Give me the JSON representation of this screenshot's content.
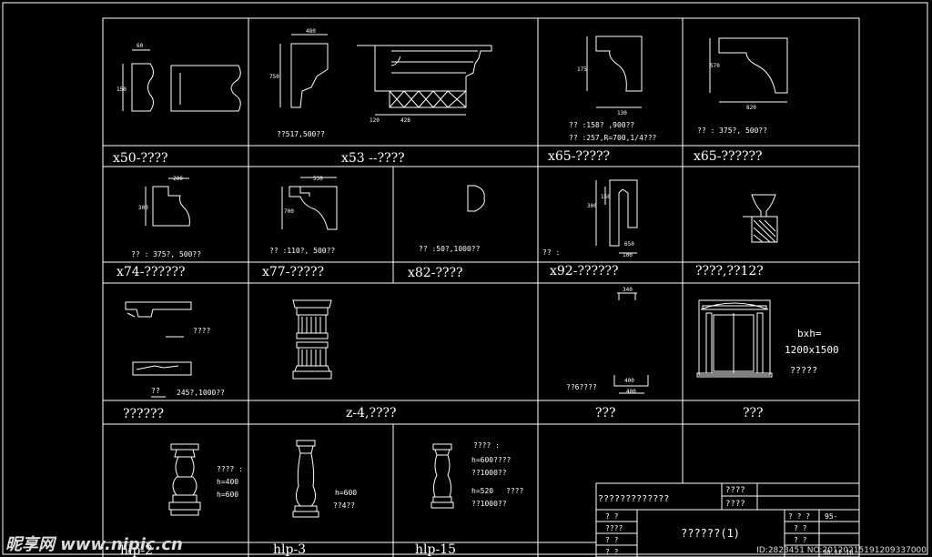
{
  "cells": {
    "r1": [
      {
        "label": "x50-????",
        "note": ""
      },
      {
        "label": "x53  --????",
        "note": "??517,500??",
        "dim_top": "480",
        "dim_side": "750",
        "dim_a": "120",
        "dim_b": "428"
      },
      {
        "label": "x65-?????",
        "note1": "?? :158? ,900??",
        "note2": "?? :257,R=700,1/4???",
        "dim_side": "175",
        "dim_bottom": "130"
      },
      {
        "label": "x65-??????",
        "note": "?? : 375?, 500??",
        "dim_side": "570",
        "dim_bottom": "820"
      }
    ],
    "r1_dims": {
      "top": "60",
      "side": "150"
    },
    "r2": [
      {
        "label": "x74-??????",
        "note": "?? : 375?, 500??",
        "dim_top": "200",
        "dim_side": "300"
      },
      {
        "label": "x77-?????",
        "note": "?? :110?, 500??",
        "dim_top": "530",
        "dim_side": "700"
      },
      {
        "label": "x82-????",
        "note": "?? :50?,1000??"
      },
      {
        "label": "x92-??????",
        "note": "?? :",
        "dim_a": "300",
        "dim_b": "150",
        "dim_c": "650",
        "dim_d": "100"
      },
      {
        "label": "????,??12?"
      }
    ],
    "r3": [
      {
        "label": "??????",
        "note1": "????",
        "note2": "??",
        "note3": "245?,1000??"
      },
      {
        "label": "z-4,????"
      },
      {
        "label": "???",
        "note": "??6????",
        "dim_top": "340",
        "dim_a": "400",
        "dim_b": "400"
      },
      {
        "label": "???",
        "bxh1": "bxh=",
        "bxh2": "1200x1500",
        "note": "?????"
      }
    ],
    "r4": [
      {
        "label": "hlp-2",
        "note1": "???? :",
        "note2": "h=400",
        "note3": "h=600"
      },
      {
        "label": "hlp-3",
        "note1": "h=600",
        "note2": "??4??"
      },
      {
        "label": "hlp-15",
        "note1": "???? :",
        "note2": "h=600????",
        "note3": "??1000??",
        "note4": "h=520",
        "note5": "????",
        "note6": "??1000??"
      }
    ]
  },
  "title_block": {
    "main": "?????????????",
    "sub1": "????",
    "sub2": "????",
    "center": "??????(1)",
    "r1a": "? ?",
    "r1b": "? ? ?",
    "r1c": "95-",
    "r2a": "????",
    "r2b": "? ?",
    "r3a": "? ?",
    "r3b": "? ?",
    "r4a": "? ?",
    "r4b": "98.12.18"
  },
  "watermark": {
    "logo": "昵享网 www.nipic.cn",
    "id": "ID:2823451 NO:20120215191209337000"
  }
}
